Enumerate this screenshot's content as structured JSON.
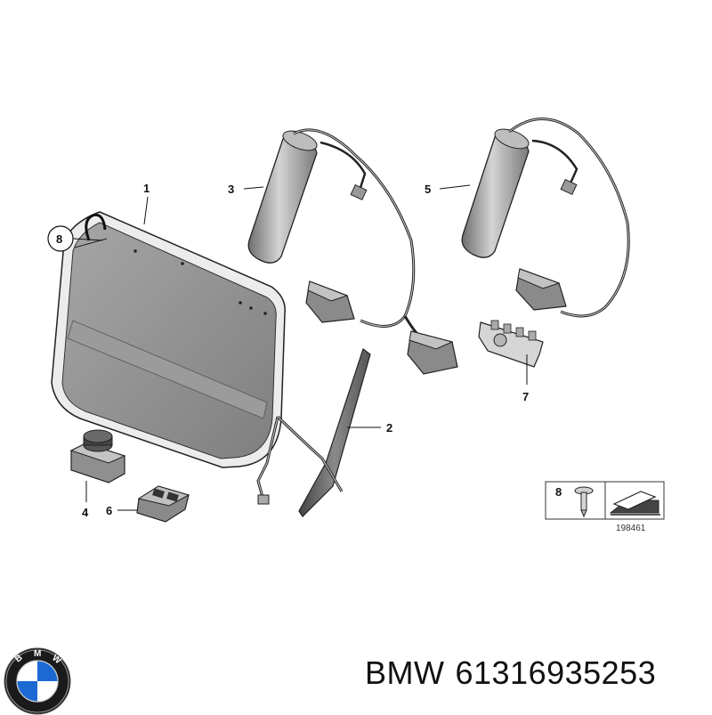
{
  "callouts": {
    "c1": "1",
    "c2": "2",
    "c3": "3",
    "c4": "4",
    "c5": "5",
    "c6": "6",
    "c7": "7",
    "c8": "8"
  },
  "legend_box": {
    "item_number": "8"
  },
  "reference_number": "198461",
  "caption": {
    "brand": "BMW",
    "part_number": "61316935253"
  },
  "logo": {
    "letters": "BMW",
    "colors": {
      "blue": "#1c69d4",
      "white": "#ffffff",
      "ring": "#1a1a1a"
    }
  },
  "colors": {
    "line": "#222222",
    "panel_fill": "#8d8d8d",
    "panel_light": "#e6e6e6",
    "part_gray": "#9a9a9a"
  }
}
